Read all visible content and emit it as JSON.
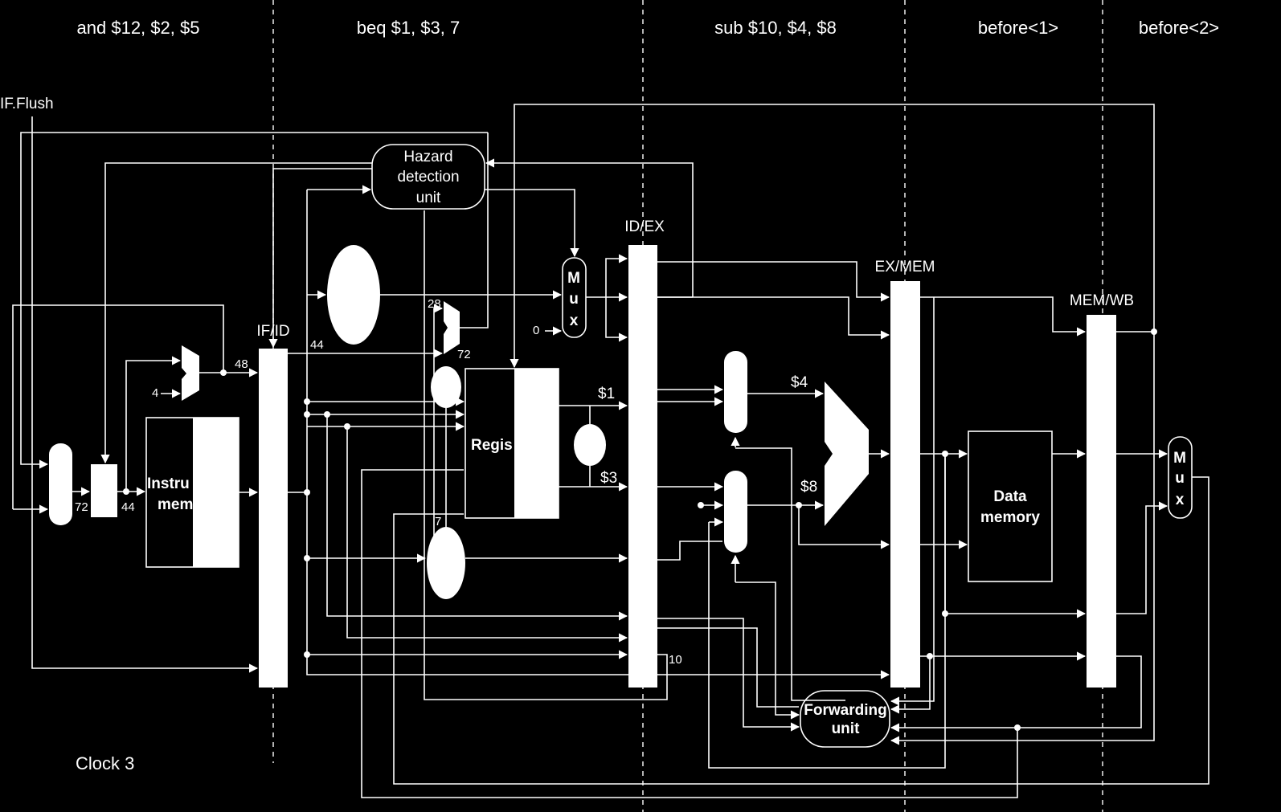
{
  "stages": [
    {
      "id": "if",
      "label": "and $12, $2, $5"
    },
    {
      "id": "id",
      "label": "beq $1, $3, 7"
    },
    {
      "id": "ex",
      "label": "sub $10, $4, $8"
    },
    {
      "id": "mem",
      "label": "before<1>"
    },
    {
      "id": "wb",
      "label": "before<2>"
    }
  ],
  "signals": {
    "if_flush": "IF.Flush",
    "clock": "Clock 3"
  },
  "pipeline_registers": {
    "ifid": "IF/ID",
    "idex": "ID/EX",
    "exmem": "EX/MEM",
    "memwb": "MEM/WB"
  },
  "units": {
    "hazard": [
      "Hazard",
      "detection",
      "unit"
    ],
    "forwarding": [
      "Forwarding",
      "unit"
    ],
    "data_memory": [
      "Data",
      "memory"
    ],
    "instruction_memory": [
      "Instru",
      "mem"
    ],
    "registers": "Regis",
    "mux": [
      "M",
      "u",
      "x"
    ]
  },
  "values": {
    "pc_out": "72",
    "pc_plus4": "44",
    "ifid_pc": "48",
    "four": "4",
    "ifid_44": "44",
    "branch_28": "28",
    "branch_72": "72",
    "zero": "0",
    "r1": "$1",
    "r3": "$3",
    "r4": "$4",
    "r8": "$8",
    "imm": "7",
    "dest": "10"
  }
}
